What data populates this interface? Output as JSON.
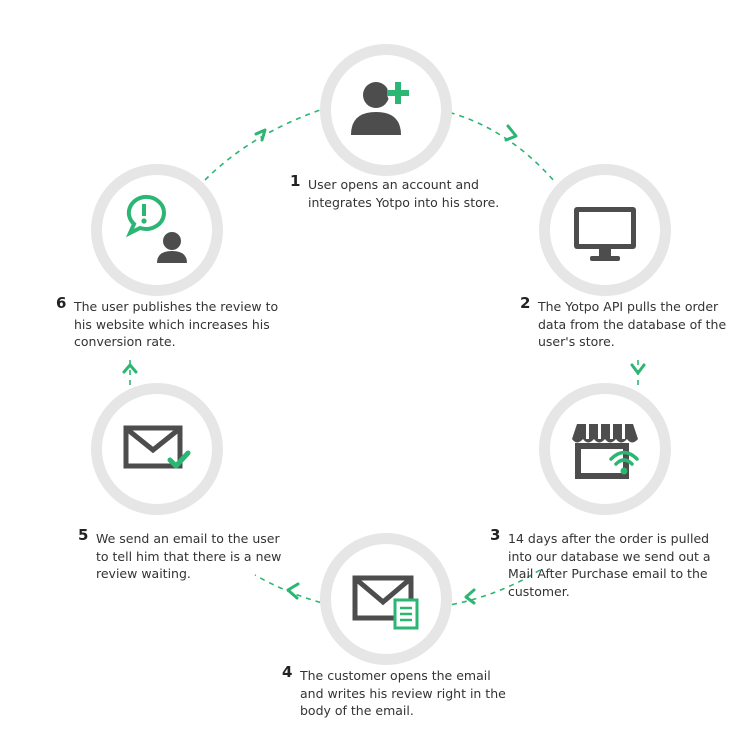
{
  "colors": {
    "accent": "#2bb673",
    "icon": "#4d4d4d",
    "ring": "#e6e6e6"
  },
  "steps": [
    {
      "number": "1",
      "icon": "user-add-icon",
      "text": "User opens an account and integrates Yotpo into his store."
    },
    {
      "number": "2",
      "icon": "monitor-icon",
      "text": "The Yotpo API pulls the order data from the database of the user's store."
    },
    {
      "number": "3",
      "icon": "storefront-wifi-icon",
      "text": "14 days after the order is pulled into our database we send out a Mail After Purchase email to the customer."
    },
    {
      "number": "4",
      "icon": "email-document-icon",
      "text": "The customer opens the email and writes his review right in the body of the email."
    },
    {
      "number": "5",
      "icon": "email-check-icon",
      "text": "We send an email to the user to tell him that there is a new review waiting."
    },
    {
      "number": "6",
      "icon": "review-bubble-user-icon",
      "text": "The user publishes the review to his website which increases his conversion rate."
    }
  ]
}
